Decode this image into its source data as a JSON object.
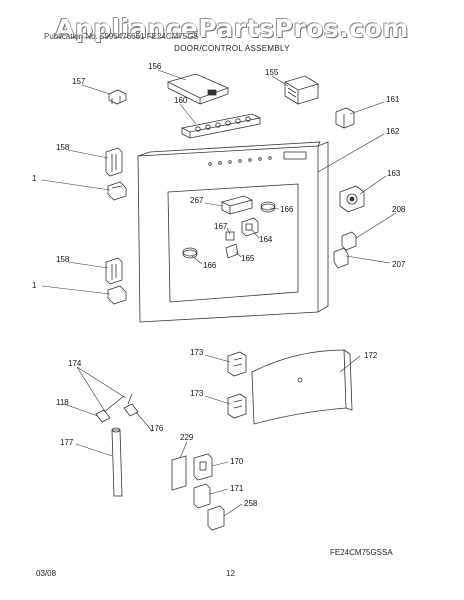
{
  "watermark": "AppliancePartsPros.com",
  "header_text": "Publication No. 5995476661 FE24CM75GS",
  "title": "DOOR/CONTROL ASSEMBLY",
  "model": "FE24CM75GSSA",
  "footer": {
    "date": "03/08",
    "page": "12"
  },
  "callouts": {
    "c157": "157",
    "c156": "156",
    "c155": "155",
    "c160": "160",
    "c161": "161",
    "c162": "162",
    "c158a": "158",
    "c1a": "1",
    "c163": "163",
    "c267": "267",
    "c166a": "166",
    "c208": "208",
    "c167": "167",
    "c164": "164",
    "c165": "165",
    "c166b": "166",
    "c207": "207",
    "c158b": "158",
    "c1b": "1",
    "c174": "174",
    "c173a": "173",
    "c172": "172",
    "c118": "118",
    "c173b": "173",
    "c176": "176",
    "c177": "177",
    "c229": "229",
    "c170": "170",
    "c171": "171",
    "c258": "258"
  }
}
